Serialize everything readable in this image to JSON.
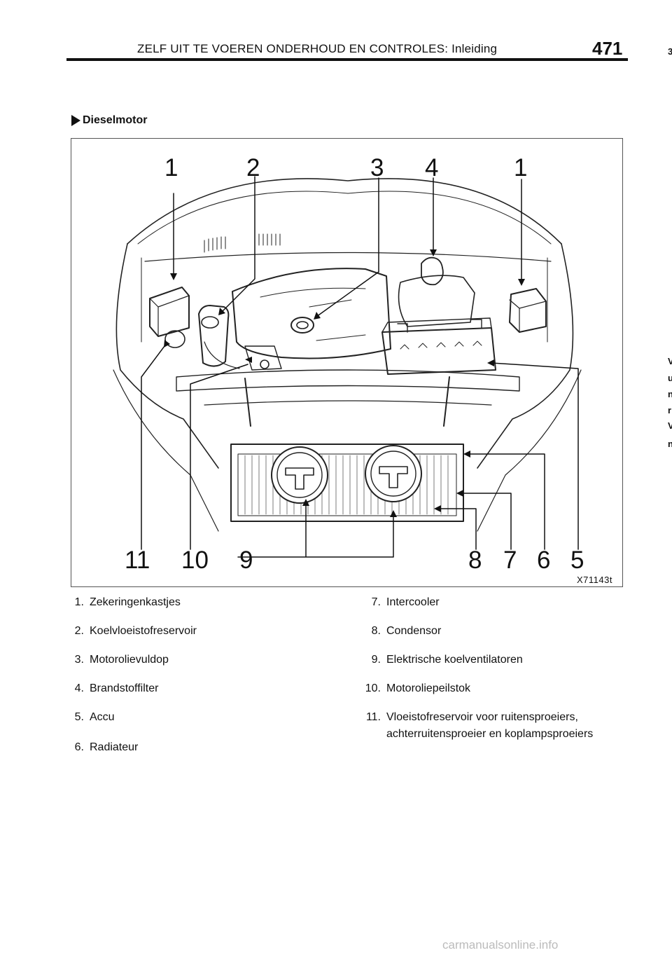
{
  "header": {
    "title": "ZELF UIT TE VOEREN ONDERHOUD EN CONTROLES: Inleiding",
    "page_number": "471"
  },
  "edge_marks": [
    "3",
    "V",
    "u",
    "n",
    "r",
    "V",
    "n"
  ],
  "section": {
    "heading": "Dieselmotor"
  },
  "figure": {
    "code": "X71143t",
    "callouts_top": [
      "1",
      "2",
      "3",
      "4",
      "1"
    ],
    "callouts_bottom": [
      "11",
      "10",
      "9",
      "8",
      "7",
      "6",
      "5"
    ]
  },
  "legend_left": [
    {
      "num": "1.",
      "text": "Zekeringenkastjes"
    },
    {
      "num": "2.",
      "text": "Koelvloeistofreservoir"
    },
    {
      "num": "3.",
      "text": "Motorolievuldop"
    },
    {
      "num": "4.",
      "text": "Brandstoffilter"
    },
    {
      "num": "5.",
      "text": "Accu"
    },
    {
      "num": "6.",
      "text": "Radiateur"
    }
  ],
  "legend_right": [
    {
      "num": "7.",
      "text": "Intercooler"
    },
    {
      "num": "8.",
      "text": "Condensor"
    },
    {
      "num": "9.",
      "text": "Elektrische koelventilatoren"
    },
    {
      "num": "10.",
      "text": "Motoroliepeilstok"
    },
    {
      "num": "11.",
      "text": "Vloeistofreservoir voor ruitensproeiers,",
      "text2": "achterruitensproeier en koplampsproeiers"
    }
  ],
  "footer": {
    "watermark": "carmanualsonline.info"
  }
}
